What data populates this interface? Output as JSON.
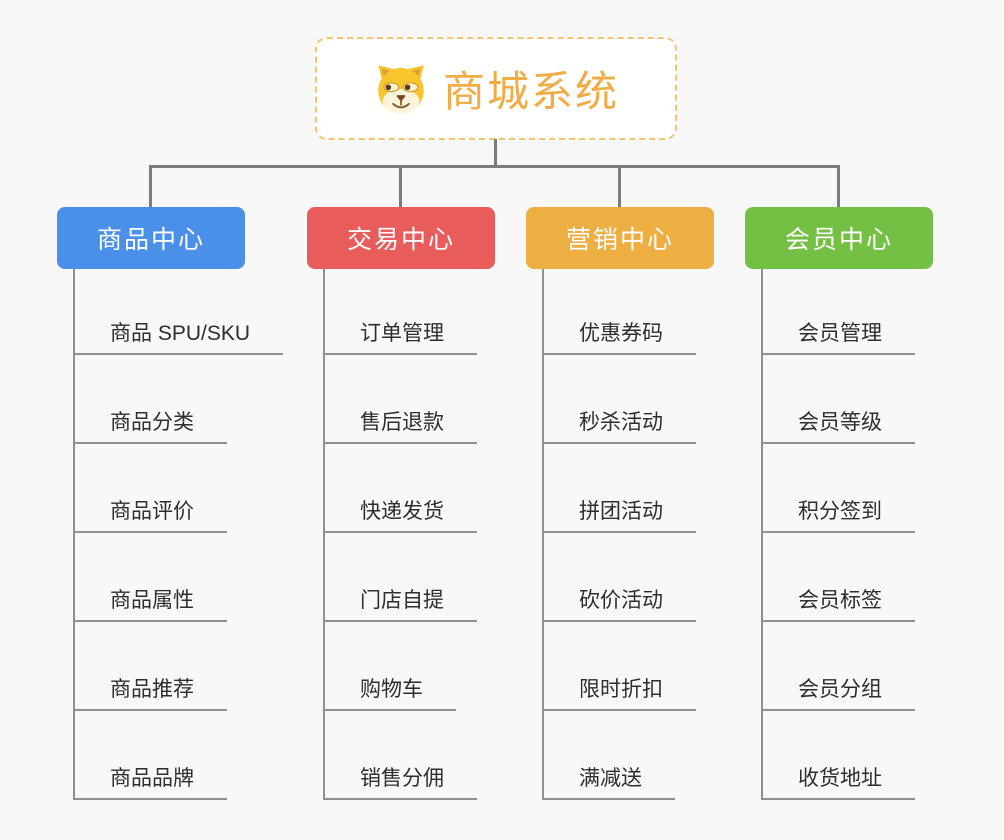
{
  "root": {
    "title": "商城系统",
    "icon": "dog-face-icon",
    "title_color": "#F1AC45",
    "border_color": "#F5C473",
    "background": "#FFFFFF"
  },
  "connector_color": "#7C7C7C",
  "leaf_line_color": "#909090",
  "background_color": "#F8F8F8",
  "branches": [
    {
      "label": "商品中心",
      "color": "#4A8FE8",
      "items": [
        "商品 SPU/SKU",
        "商品分类",
        "商品评价",
        "商品属性",
        "商品推荐",
        "商品品牌"
      ]
    },
    {
      "label": "交易中心",
      "color": "#E85C5C",
      "items": [
        "订单管理",
        "售后退款",
        "快递发货",
        "门店自提",
        "购物车",
        "销售分佣"
      ]
    },
    {
      "label": "营销中心",
      "color": "#EDAE42",
      "items": [
        "优惠券码",
        "秒杀活动",
        "拼团活动",
        "砍价活动",
        "限时折扣",
        "满减送"
      ]
    },
    {
      "label": "会员中心",
      "color": "#74C044",
      "items": [
        "会员管理",
        "会员等级",
        "积分签到",
        "会员标签",
        "会员分组",
        "收货地址"
      ]
    }
  ]
}
